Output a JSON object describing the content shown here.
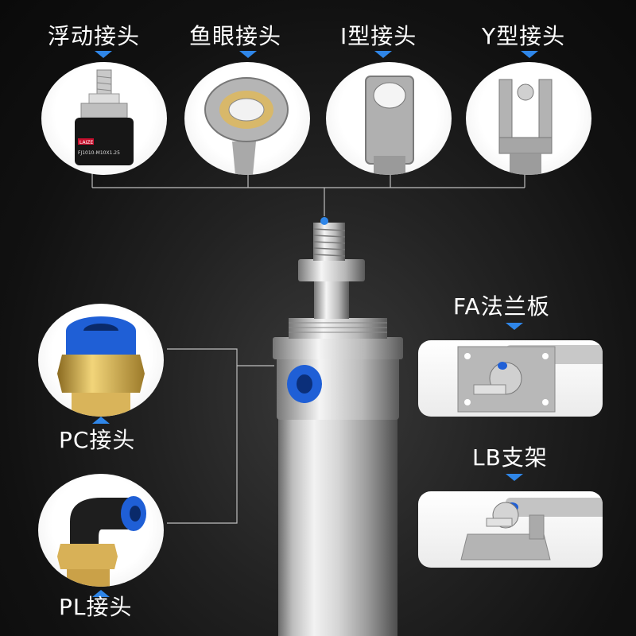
{
  "connectors_top": [
    {
      "label": "浮动接头",
      "icon": "floating-joint-icon"
    },
    {
      "label": "鱼眼接头",
      "icon": "rod-end-eye-icon"
    },
    {
      "label": "I型接头",
      "icon": "i-type-clevis-icon"
    },
    {
      "label": "Y型接头",
      "icon": "y-type-clevis-icon"
    }
  ],
  "fitting_left": [
    {
      "label": "PC接头",
      "icon": "straight-push-fitting-icon"
    },
    {
      "label": "PL接头",
      "icon": "elbow-push-fitting-icon"
    }
  ],
  "mounts_right": [
    {
      "label": "FA法兰板",
      "icon": "flange-plate-icon"
    },
    {
      "label": "LB支架",
      "icon": "foot-bracket-icon"
    }
  ],
  "product_text": {
    "brand": "LAIZE",
    "model": "FJ1010-M10X1.25"
  },
  "colors": {
    "accent": "#2f86e8",
    "background": "#1a1a1a",
    "label": "#ffffff"
  }
}
